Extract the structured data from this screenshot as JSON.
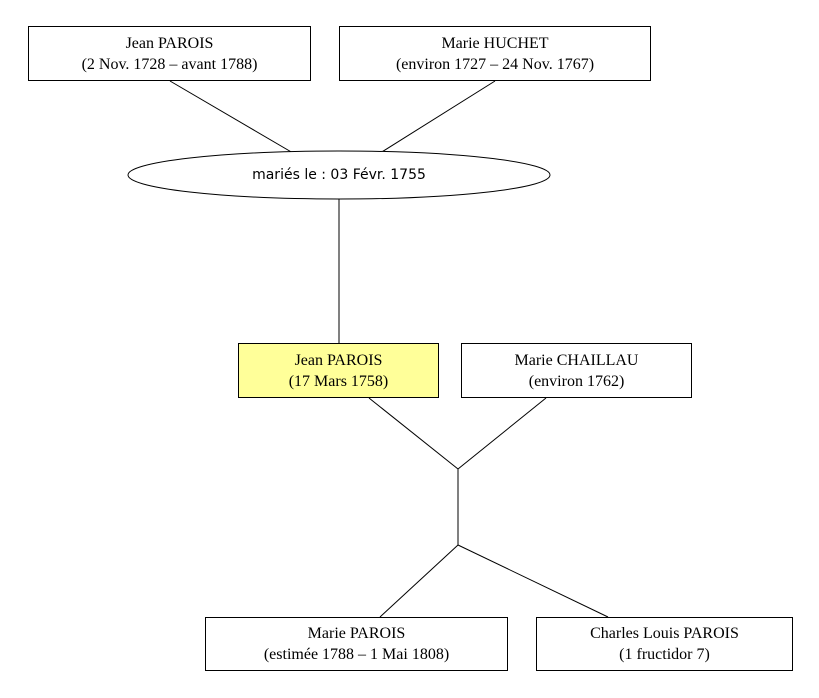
{
  "colors": {
    "line": "#000000",
    "box_border": "#000000",
    "box_background": "#ffffff",
    "highlight_background": "#ffff99"
  },
  "persons": {
    "jean_parois_father": {
      "name": "Jean PAROIS",
      "dates": "(2 Nov. 1728 – avant 1788)"
    },
    "marie_huchet": {
      "name": "Marie HUCHET",
      "dates": "(environ 1727 – 24 Nov. 1767)"
    },
    "jean_parois": {
      "name": "Jean PAROIS",
      "dates": "(17 Mars 1758)",
      "highlighted": true
    },
    "marie_chaillau": {
      "name": "Marie CHAILLAU",
      "dates": "(environ 1762)"
    },
    "marie_parois": {
      "name": "Marie PAROIS",
      "dates": "(estimée 1788 – 1 Mai 1808)"
    },
    "charles_louis_parois": {
      "name": "Charles Louis PAROIS",
      "dates": "(1 fructidor 7)"
    }
  },
  "marriage": {
    "label": "mariés le : 03 Févr. 1755"
  }
}
